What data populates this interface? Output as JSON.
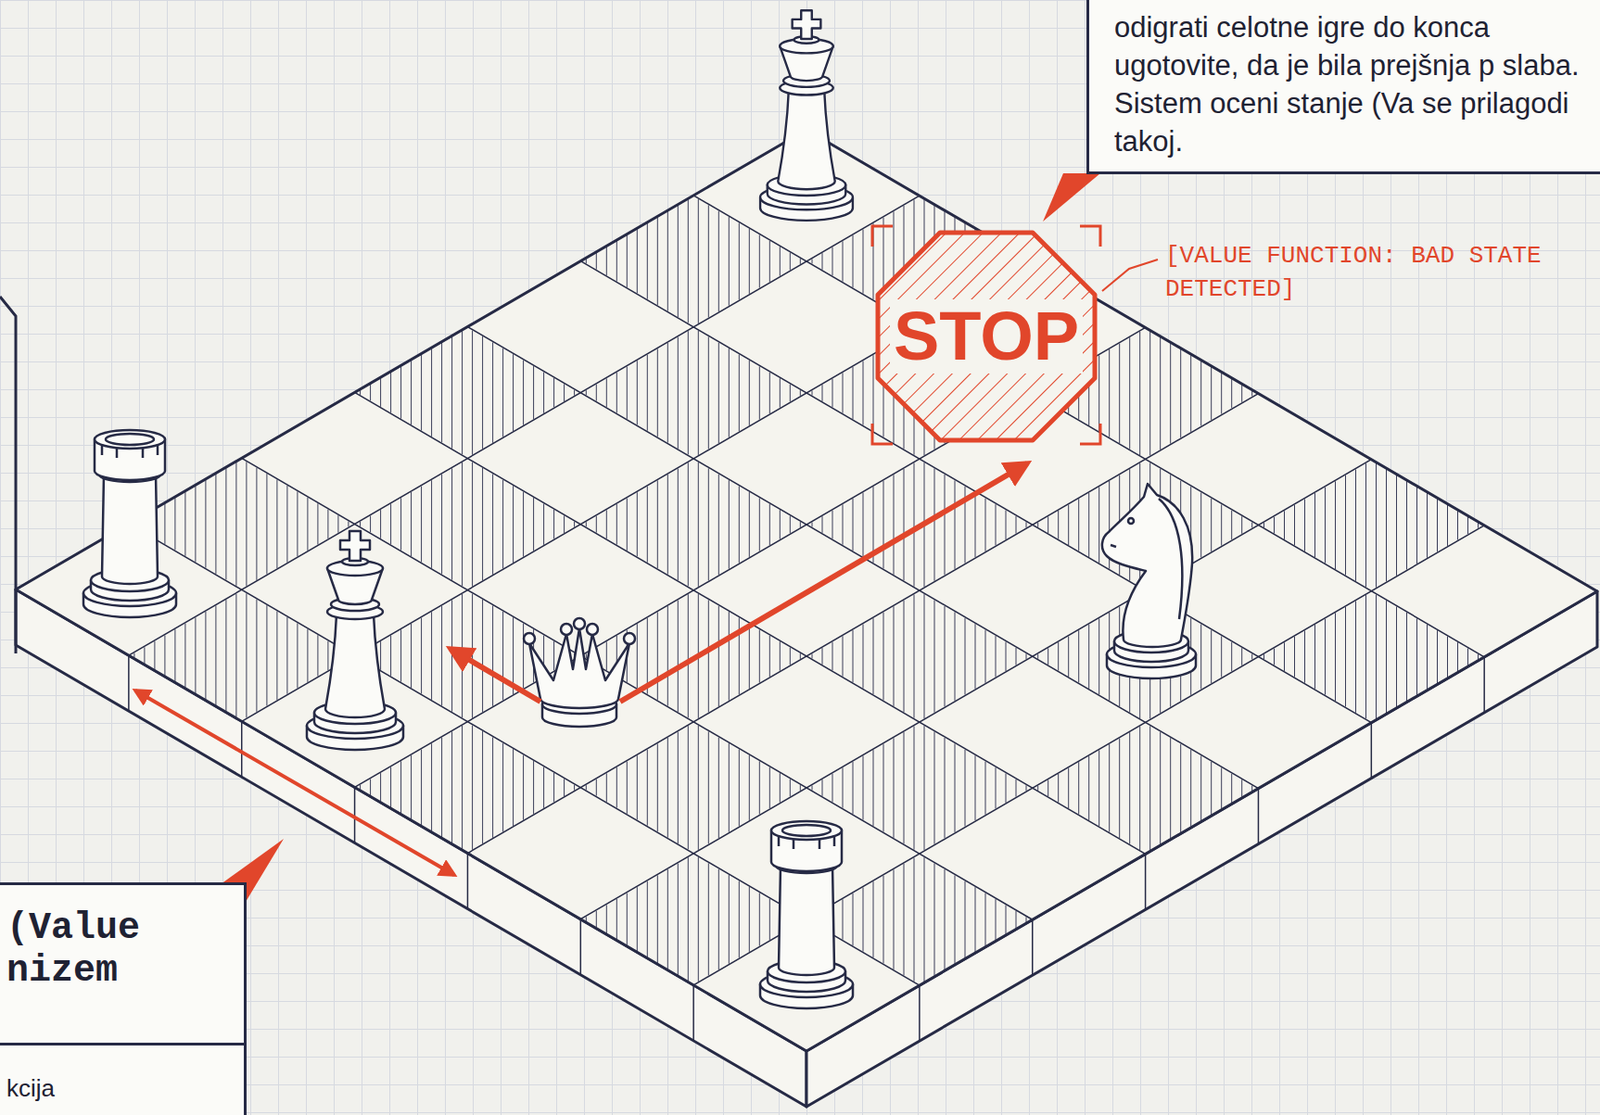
{
  "diagram": {
    "nodes": [
      {
        "text": [
          "odigrati celotne igre do konca ugotovite, da je bila prejšnja p slaba. Sistem oceni stanje (Va se prilagodi takoj."
        ]
      },
      {
        "text": [
          "STOP"
        ]
      },
      {
        "text": [
          "(Value nizem",
          "kcija"
        ]
      }
    ],
    "labels": [
      "[VALUE FUNCTION: BAD STATE DETECTED]"
    ]
  }
}
